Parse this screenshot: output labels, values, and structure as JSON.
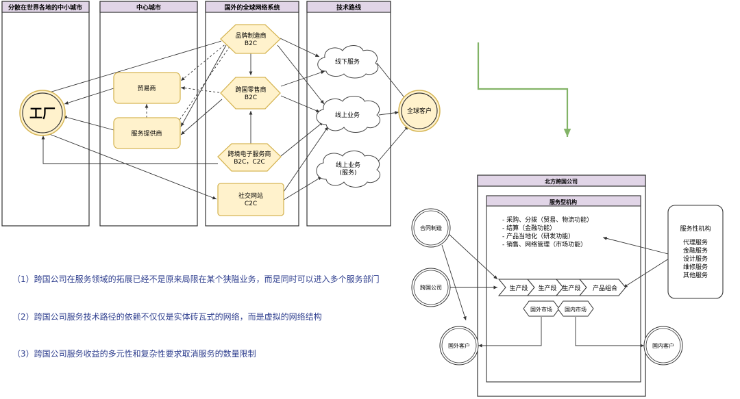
{
  "lanes": {
    "cities": "分散在世界各地的中小城市",
    "center": "中心城市",
    "network": "国外的全球网络系统",
    "tech": "技术路线"
  },
  "nodes": {
    "factory": "工厂",
    "trader": "贸易商",
    "provider": "服务提供商",
    "brand_l1": "品牌制造商",
    "brand_l2": "B2C",
    "retail_l1": "跨国零售商",
    "retail_l2": "B2C",
    "ecom_l1": "跨境电子服务商",
    "ecom_l2": "B2C，C2C",
    "social_l1": "社交网站",
    "social_l2": "C2C",
    "offline": "线下服务",
    "online": "线上业务",
    "online_svc_l1": "线上业务",
    "online_svc_l2": "(服务)",
    "global": "全球客户"
  },
  "right": {
    "company": "北方跨国公司",
    "service_org": "服务型机构",
    "functions": [
      "- 采购、分拨（贸易、物流功能）",
      "- 结算（金融功能）",
      "- 产品当地化（研发功能）",
      "- 销售、网络管理（市场功能）"
    ],
    "contract": "合同制造",
    "mnc": "跨国公司",
    "foreign_client": "国外客户",
    "domestic_client": "国内客户",
    "stages": [
      "生产段",
      "生产段",
      "生产段",
      "产品组合"
    ],
    "foreign_market": "国外市场",
    "domestic_market": "国内市场",
    "services_title": "服务性机构",
    "services": [
      "代理服务",
      "金融服务",
      "设计服务",
      "维修服务",
      "其他服务"
    ]
  },
  "notes": [
    "（1）跨国公司在服务领域的拓展已经不是原来局限在某个狭隘业务，而是同时可以进入多个服务部门",
    "（2）跨国公司服务技术路径的依赖不仅仅是实体砖瓦式的网络，而是虚拟的网络结构",
    "（3）跨国公司服务收益的多元性和复杂性要求取消服务的数量限制"
  ],
  "colors": {
    "lane_header": "#e1d5e7",
    "node_fill": "#fff2cc",
    "node_stroke": "#d6b656",
    "arrow_green": "#82b366",
    "note_text": "#2f3f8f"
  }
}
